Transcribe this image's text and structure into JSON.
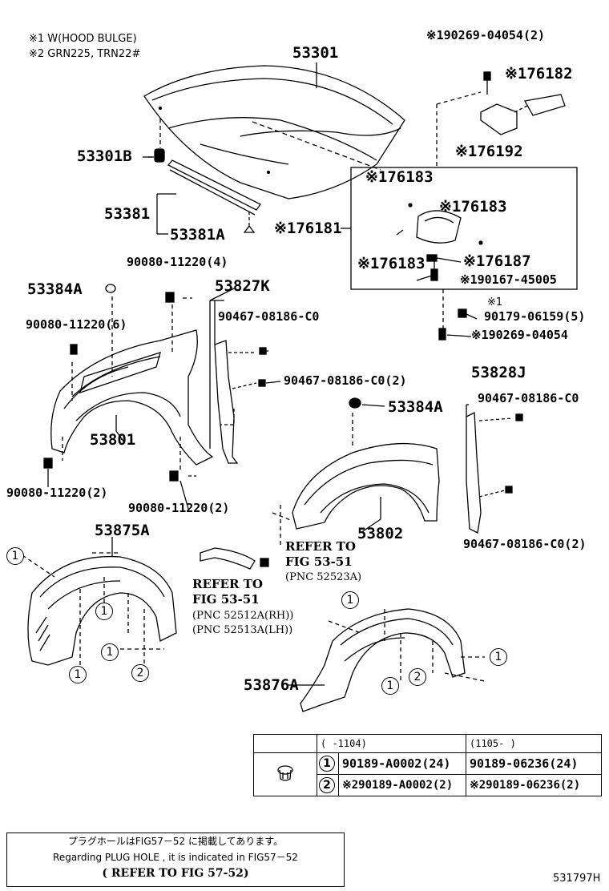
{
  "header_notes": {
    "note1": "※1 W(HOOD BULGE)",
    "note2": "※2 GRN225, TRN22#"
  },
  "parts": {
    "p53301": "53301",
    "p190269_04054_2": "※190269-04054(2)",
    "p176182": "※176182",
    "p176192": "※176192",
    "p53301B": "53301B",
    "p53381": "53381",
    "p53381A": "53381A",
    "p176183_a": "※176183",
    "p176183_b": "※176183",
    "p176183_c": "※176183",
    "p176181": "※176181",
    "p176187": "※176187",
    "p190167": "※190167-45005",
    "p90080_4": "90080-11220(4)",
    "p53384A_l": "53384A",
    "p53827K": "53827K",
    "p90467_a": "90467-08186-C0",
    "p90080_6": "90080-11220(6)",
    "p90179_note": "※1",
    "p90179": "90179-06159(5)",
    "p190269_04054": "※190269-04054",
    "p90467_b2": "90467-08186-C0(2)",
    "p53828J": "53828J",
    "p90467_c": "90467-08186-C0",
    "p53384A_r": "53384A",
    "p53801": "53801",
    "p90080_2a": "90080-11220(2)",
    "p90080_2b": "90080-11220(2)",
    "p53802": "53802",
    "p90467_d2": "90467-08186-C0(2)",
    "p53875A": "53875A",
    "p53876A": "53876A"
  },
  "refer_notes": {
    "r1_line1": "REFER TO",
    "r1_line2": "FIG 53-51",
    "r1_line3": "(PNC 52523A)",
    "r2_line1": "REFER TO",
    "r2_line2": "FIG 53-51",
    "r2_line3": "(PNC 52512A(RH))",
    "r2_line4": "(PNC 52513A(LH))"
  },
  "circle_labels": {
    "c1": "1",
    "c2": "2"
  },
  "parts_table": {
    "header_col1": "(       -1104)",
    "header_col2": "(1105-       )",
    "row1_key": "1",
    "row1_c1": "90189-A0002(24)",
    "row1_c2": "90189-06236(24)",
    "row2_key": "2",
    "row2_c1": "※290189-A0002(2)",
    "row2_c2": "※290189-06236(2)"
  },
  "footer_note": {
    "line1": "プラグホールはFIG57－52 に掲載してあります。",
    "line2": "Regarding PLUG HOLE , it is indicated in FIG57－52",
    "line3": "(  REFER TO FIG 57-52)"
  },
  "figure_id": "531797H"
}
